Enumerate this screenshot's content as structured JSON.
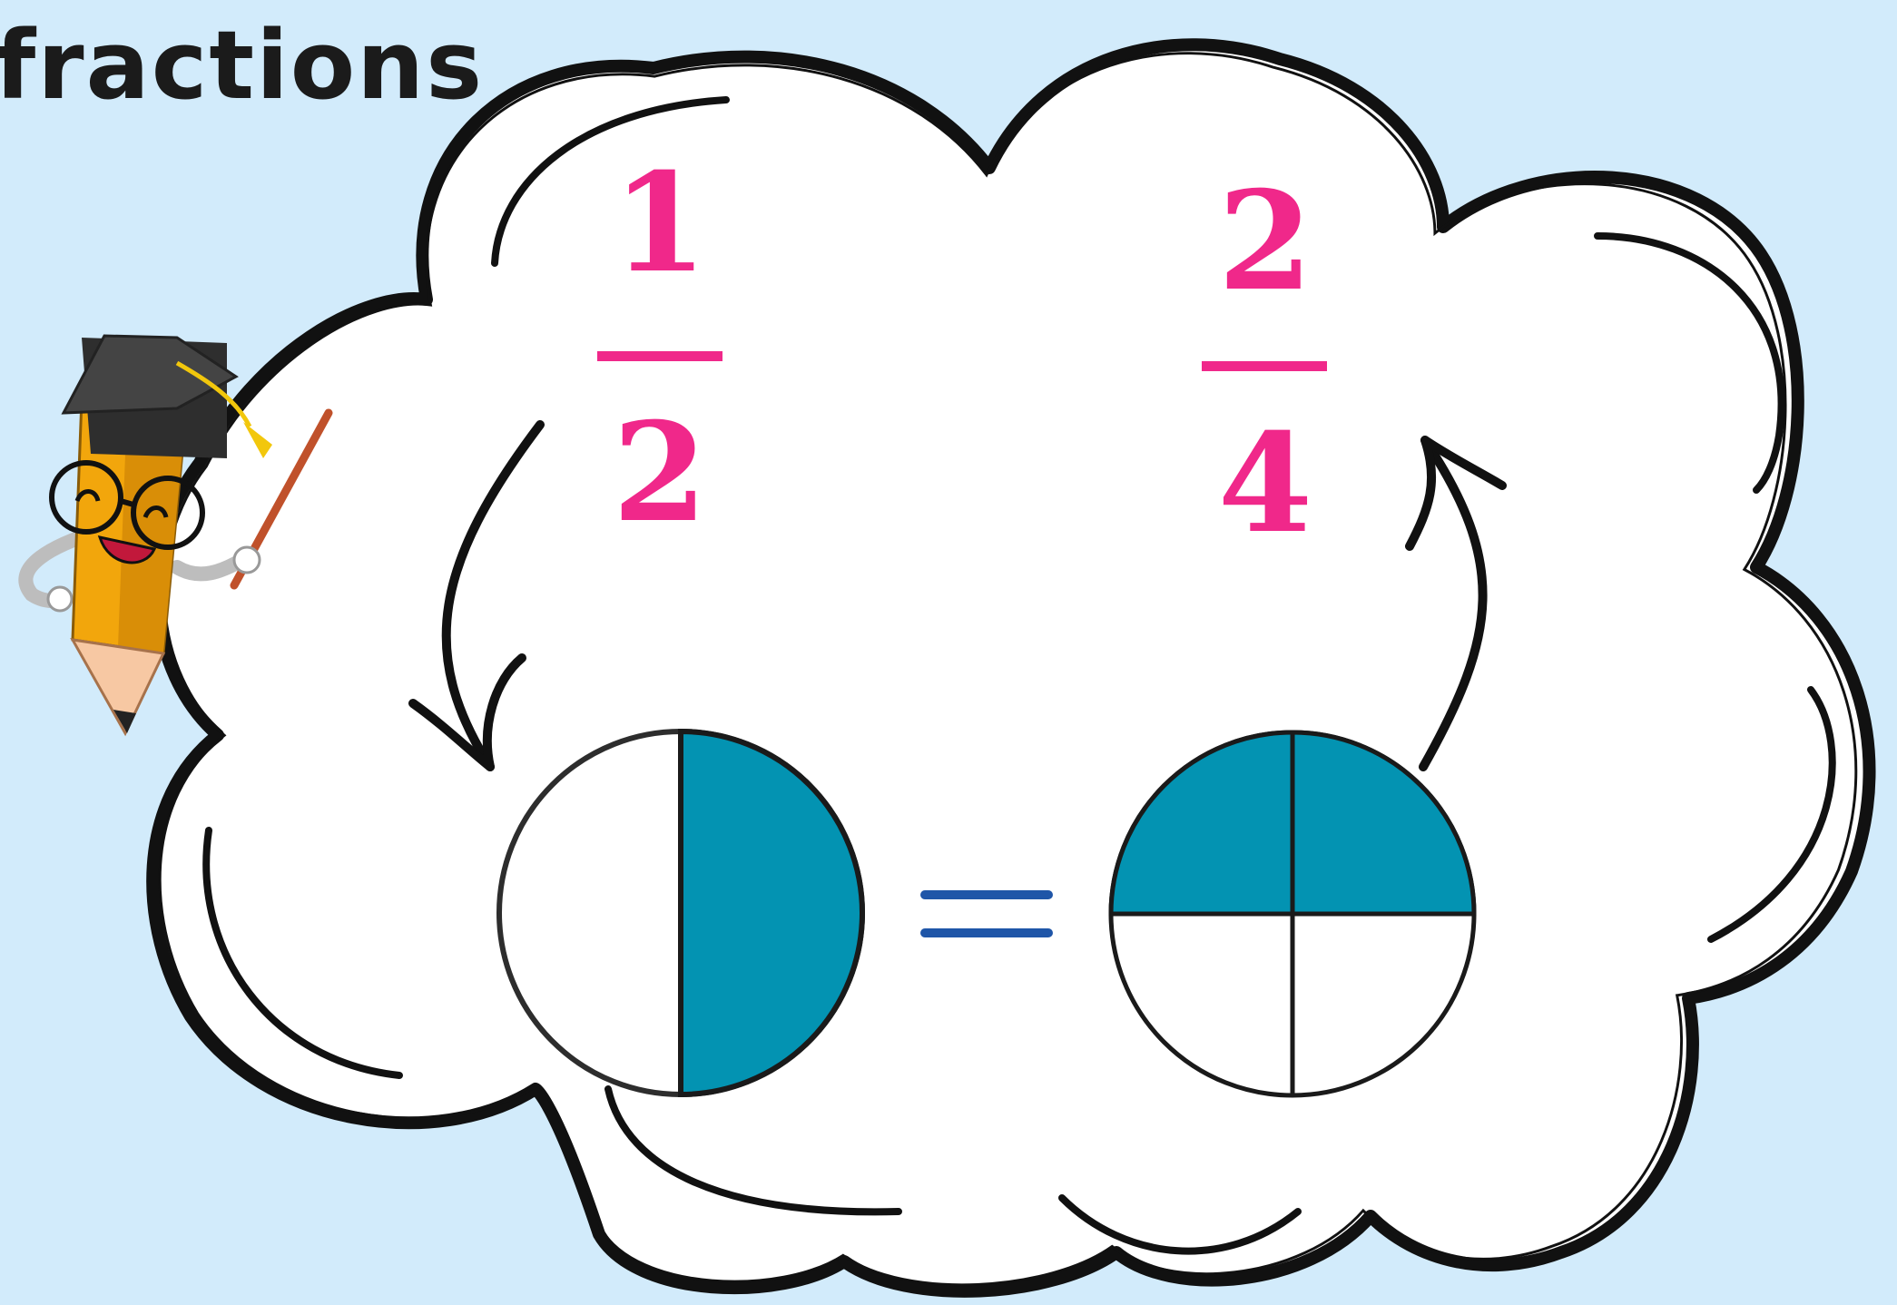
{
  "page": {
    "title": "fractions"
  },
  "colors": {
    "background": "#d2ebfb",
    "fraction_text": "#f0288a",
    "shaded": "#0393b2",
    "equals": "#1f56a8",
    "outline": "#1a1a1a"
  },
  "fractions": {
    "left": {
      "numerator": "1",
      "denominator": "2",
      "shaded_parts": 1,
      "total_parts": 2
    },
    "right": {
      "numerator": "2",
      "denominator": "4",
      "shaded_parts": 2,
      "total_parts": 4
    }
  },
  "icons": {
    "mascot": "pencil-teacher-icon",
    "cloud": "cloud-shape",
    "arrows": "curved-arrow-icon"
  }
}
